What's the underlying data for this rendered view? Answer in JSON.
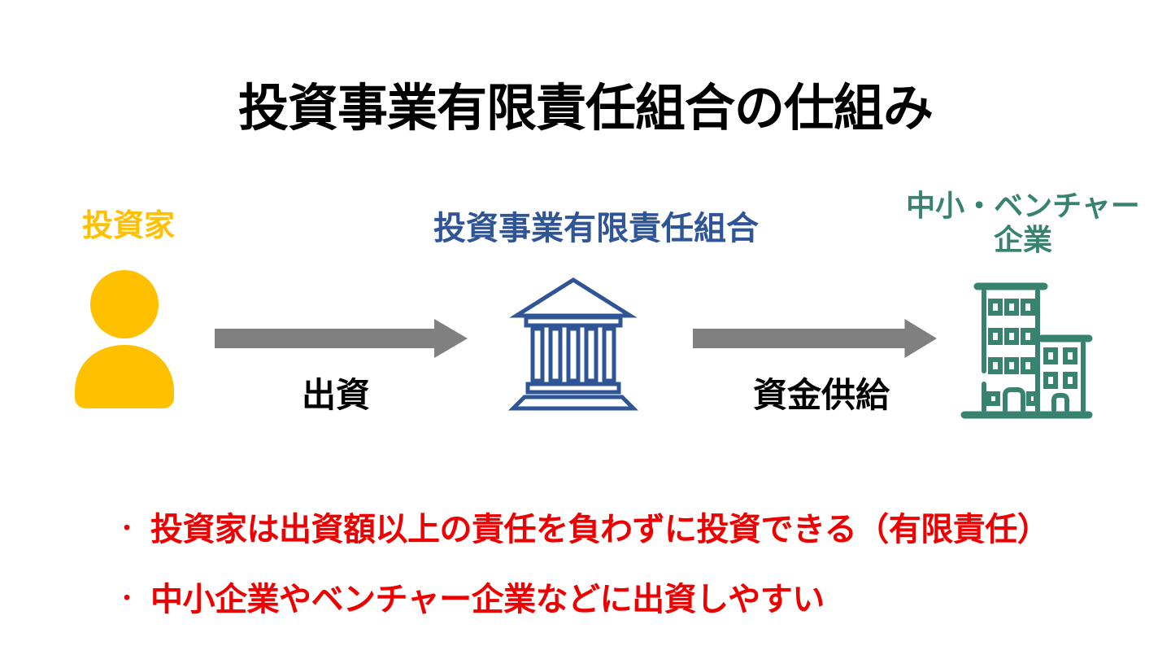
{
  "title": "投資事業有限責任組合の仕組み",
  "colors": {
    "investor_gold": "#FFC000",
    "partnership_blue": "#2F5597",
    "sme_teal": "#37836F",
    "note_red": "#EE0000",
    "arrow_gray": "#808080",
    "title_black": "#000000"
  },
  "entities": {
    "investor": {
      "label": "投資家"
    },
    "partnership": {
      "label": "投資事業有限責任組合"
    },
    "sme": {
      "label_line1": "中小・ベンチャー",
      "label_line2": "企業"
    }
  },
  "flows": {
    "investment": {
      "label": "出資"
    },
    "funding": {
      "label": "資金供給"
    }
  },
  "notes": {
    "marker": "・",
    "items": [
      "投資家は出資額以上の責任を負わずに投資できる（有限責任）",
      "中小企業やベンチャー企業などに出資しやすい"
    ]
  }
}
